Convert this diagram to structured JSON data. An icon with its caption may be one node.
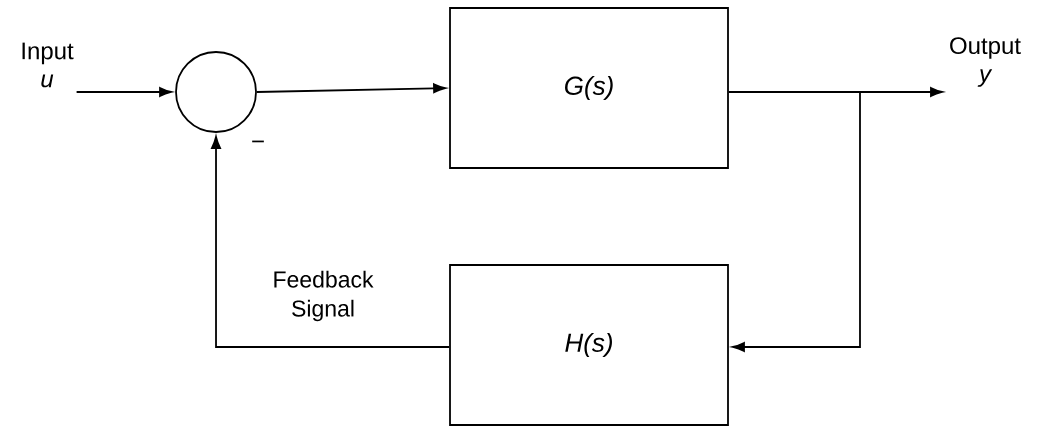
{
  "diagram": {
    "nodes": [
      {
        "text": [
          "Input",
          "u"
        ]
      },
      {
        "text": [],
        "shape": "circle"
      },
      {
        "text": [
          "G(s)"
        ]
      },
      {
        "text": [
          "H(s)"
        ]
      },
      {
        "text": [
          "Output",
          "y"
        ]
      }
    ],
    "edges": [
      {
        "from": 0,
        "to": 1,
        "arrow": "to"
      },
      {
        "from": 1,
        "to": 2,
        "arrow": "to"
      },
      {
        "from": 2,
        "to": 4,
        "arrow": "to"
      },
      {
        "from": 2,
        "to": 3,
        "arrow": "to"
      },
      {
        "from": 3,
        "to": 1,
        "arrow": "to",
        "label": "Feedback Signal"
      }
    ],
    "labels": [
      "−"
    ]
  }
}
